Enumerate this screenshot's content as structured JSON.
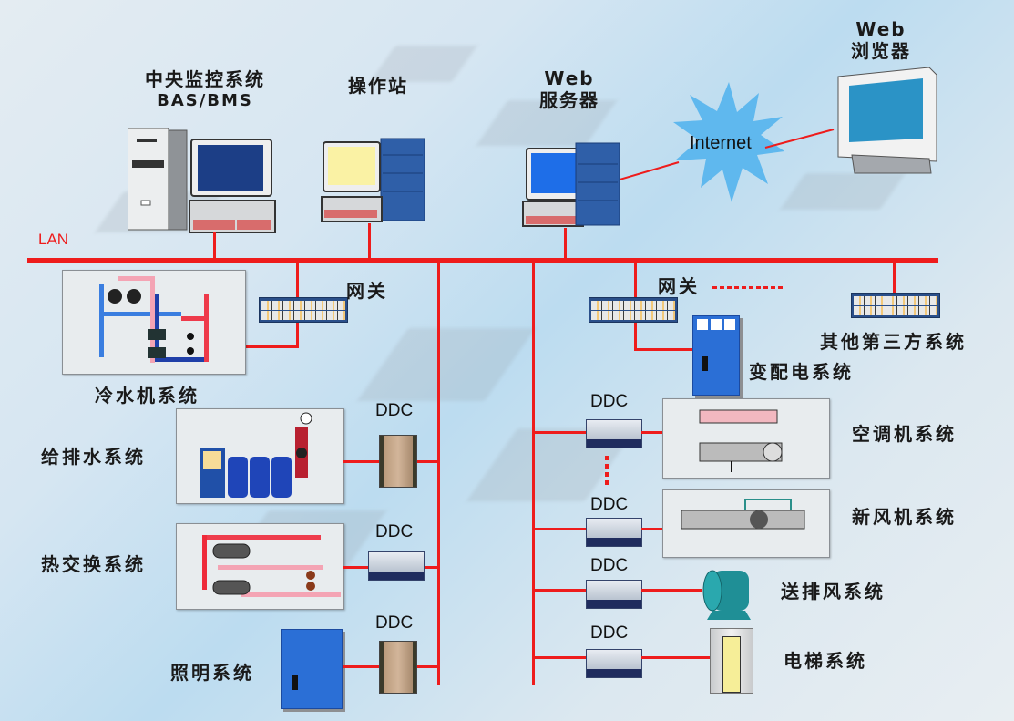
{
  "diagram": {
    "title": "Building automation network topology",
    "network": {
      "lan_label": "LAN",
      "internet_label": "Internet"
    },
    "top_nodes": [
      {
        "id": "central",
        "label_line1": "中央监控系统",
        "label_line2": "BAS/BMS",
        "icon": "desktop-computer-icon"
      },
      {
        "id": "operator",
        "label_line1": "操作站",
        "icon": "workstation-icon"
      },
      {
        "id": "web_server",
        "label_line1": "Web",
        "label_line2": "服务器",
        "icon": "server-icon"
      },
      {
        "id": "web_browser",
        "label_line1": "Web",
        "label_line2": "浏览器",
        "icon": "monitor-icon"
      }
    ],
    "gateways": [
      {
        "id": "gw_left",
        "label": "网关"
      },
      {
        "id": "gw_right",
        "label": "网关"
      },
      {
        "id": "gw_third",
        "label": ""
      }
    ],
    "controller_label": "DDC",
    "left_systems": [
      {
        "id": "chiller",
        "label": "冷水机系统",
        "via": "网关"
      },
      {
        "id": "water",
        "label": "给排水系统",
        "via": "DDC"
      },
      {
        "id": "heat_exchange",
        "label": "热交换系统",
        "via": "DDC"
      },
      {
        "id": "lighting",
        "label": "照明系统",
        "via": "DDC"
      }
    ],
    "right_systems": [
      {
        "id": "power",
        "label": "变配电系统",
        "via": "网关"
      },
      {
        "id": "third_party",
        "label": "其他第三方系统",
        "via": "网关"
      },
      {
        "id": "ahu",
        "label": "空调机系统",
        "via": "DDC"
      },
      {
        "id": "fresh_air",
        "label": "新风机系统",
        "via": "DDC"
      },
      {
        "id": "ventilation",
        "label": "送排风系统",
        "via": "DDC"
      },
      {
        "id": "elevator",
        "label": "电梯系统",
        "via": "DDC"
      }
    ],
    "colors": {
      "wire": "#ee1c1c",
      "internet": "#5fb8ee",
      "cabinet": "#2b6fd6",
      "gateway": "#2a4f8a"
    }
  }
}
